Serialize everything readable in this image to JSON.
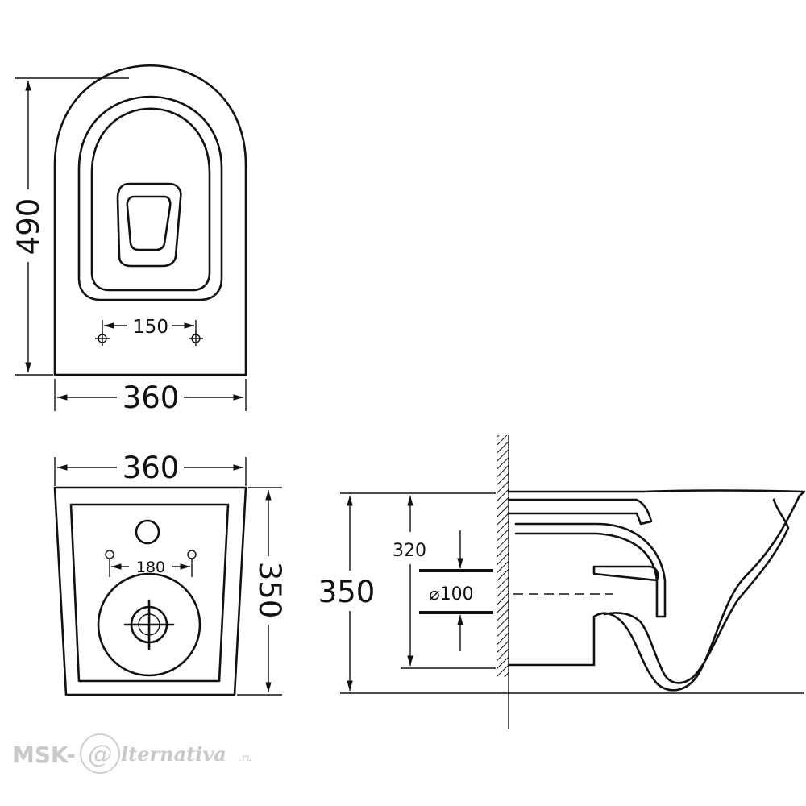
{
  "top_view": {
    "dim_height": "490",
    "dim_width": "360",
    "dim_bolt_spacing": "150"
  },
  "front_view": {
    "dim_width": "360",
    "dim_height": "350",
    "dim_bolt_spacing": "180"
  },
  "side_view": {
    "dim_total_height": "350",
    "dim_outlet_height": "320",
    "dim_outlet_diameter": "⌀100"
  },
  "watermark": {
    "prefix": "MSK-",
    "at": "@",
    "suffix": "lternativa",
    "tld": ".ru"
  }
}
